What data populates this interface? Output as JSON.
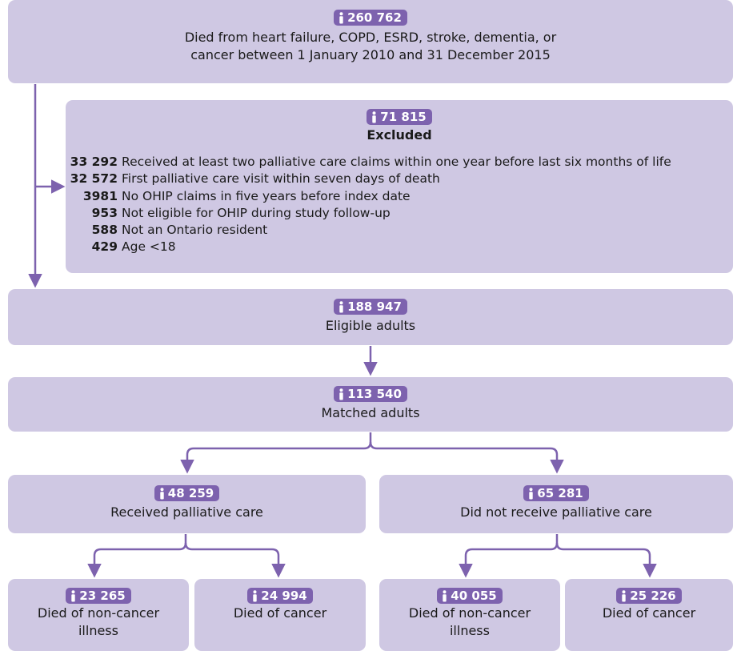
{
  "colors": {
    "box_fill": "#cfc8e3",
    "badge_fill": "#7d62ae",
    "connector": "#7d62ae"
  },
  "icons": {
    "badge": "person-icon"
  },
  "top": {
    "count": "260 762",
    "line1": "Died from heart failure, COPD, ESRD, stroke, dementia, or",
    "line2": "cancer between 1 January 2010 and 31 December 2015"
  },
  "excluded": {
    "count": "71 815",
    "title": "Excluded",
    "items": [
      {
        "n": "33 292",
        "text": "Received at least two palliative care claims within one year before last six months of life"
      },
      {
        "n": "32 572",
        "text": "First palliative care visit within seven days of death"
      },
      {
        "n": "3981",
        "text": "No OHIP claims in five years before index date"
      },
      {
        "n": "953",
        "text": "Not eligible for OHIP during study follow-up"
      },
      {
        "n": "588",
        "text": "Not an Ontario resident"
      },
      {
        "n": "429",
        "text": "Age <18"
      }
    ]
  },
  "eligible": {
    "count": "188 947",
    "label": "Eligible adults"
  },
  "matched": {
    "count": "113 540",
    "label": "Matched adults"
  },
  "received": {
    "count": "48 259",
    "label": "Received palliative care"
  },
  "not_received": {
    "count": "65 281",
    "label": "Did not receive palliative care"
  },
  "leaves": [
    {
      "count": "23 265",
      "line1": "Died of non-cancer",
      "line2": "illness"
    },
    {
      "count": "24 994",
      "line1": "Died of cancer",
      "line2": ""
    },
    {
      "count": "40 055",
      "line1": "Died of non-cancer",
      "line2": "illness"
    },
    {
      "count": "25 226",
      "line1": "Died of cancer",
      "line2": ""
    }
  ]
}
